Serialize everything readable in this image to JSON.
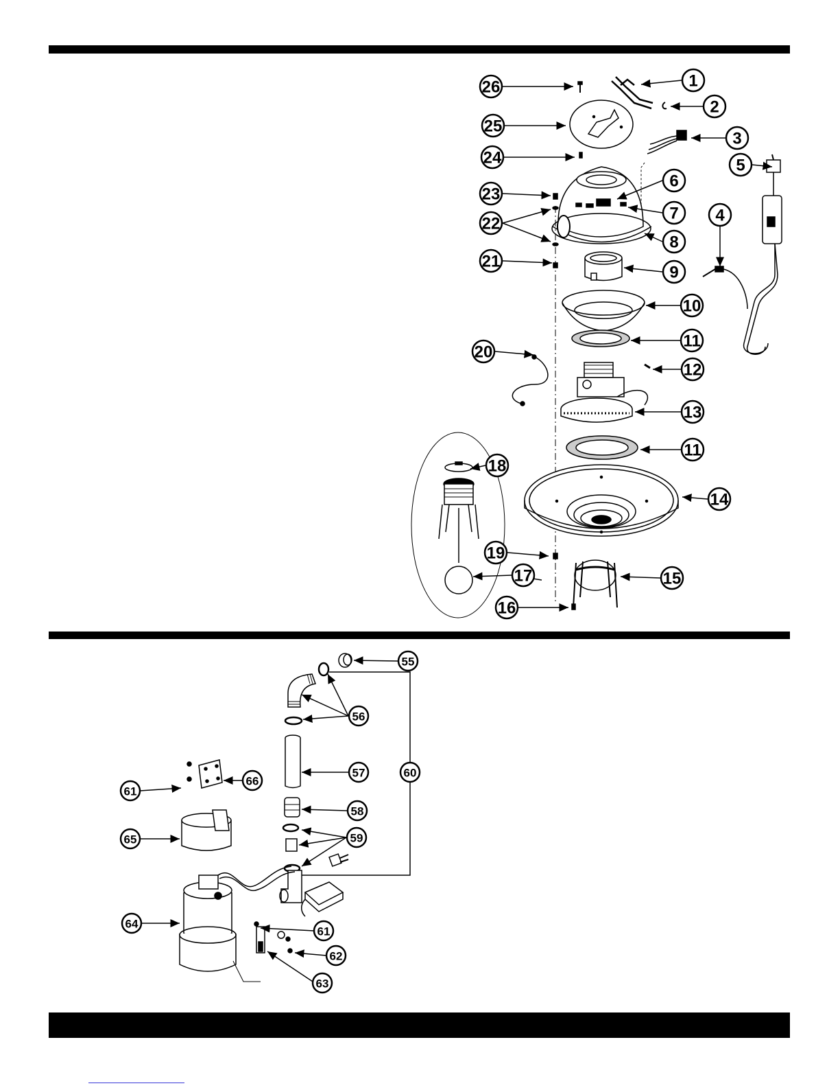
{
  "diagrams": [
    {
      "name": "upper-exploded-view",
      "callouts": [
        "26",
        "25",
        "24",
        "23",
        "22",
        "21",
        "20",
        "19",
        "18",
        "17",
        "16",
        "15",
        "14",
        "13",
        "12",
        "11",
        "10",
        "9",
        "8",
        "7",
        "6",
        "5",
        "4",
        "3",
        "2",
        "1"
      ]
    },
    {
      "name": "lower-exploded-view",
      "callouts": [
        "55",
        "56",
        "57",
        "58",
        "59",
        "60",
        "61",
        "62",
        "63",
        "64",
        "65",
        "66"
      ]
    }
  ],
  "colors": {
    "ink": "#000000",
    "paper": "#ffffff",
    "rule": "#000000",
    "link": "#3a3ad8"
  },
  "icons": [
    "callout-circle-icon",
    "leader-arrow-icon"
  ]
}
